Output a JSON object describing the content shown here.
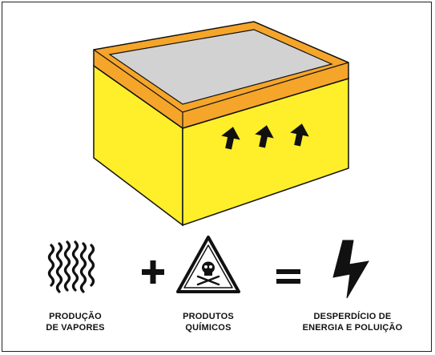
{
  "colors": {
    "box_face": "#ffee2a",
    "box_rim": "#f5a52a",
    "box_inner": "#d2d2d2",
    "outline": "#111111"
  },
  "icons": {
    "box": "open-box-illustration",
    "arrows": "up-arrow-icon",
    "vapor": "wavy-vapor-lines-icon",
    "plus": "plus-sign",
    "hazard": "toxic-hazard-triangle-icon",
    "equals": "equals-sign",
    "lightning": "lightning-bolt-icon"
  },
  "captions": {
    "vapor": {
      "line1": "PRODUÇÃO",
      "line2": "DE VAPORES"
    },
    "chemicals": {
      "line1": "PRODUTOS",
      "line2": "QUÍMICOS"
    },
    "waste": {
      "line1": "DESPERDÍCIO DE",
      "line2": "ENERGIA E POLUIÇÃO"
    }
  }
}
